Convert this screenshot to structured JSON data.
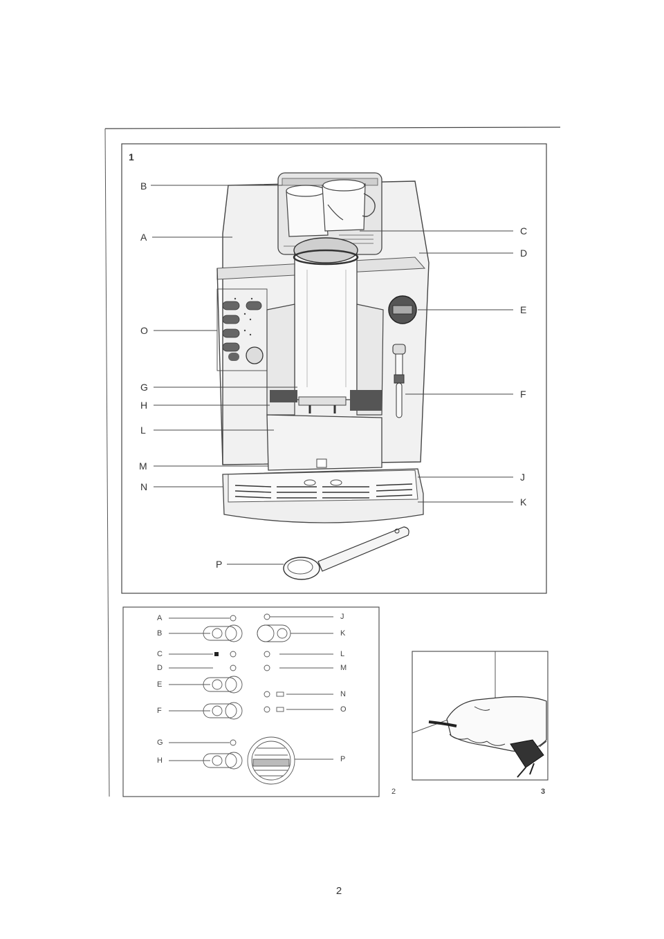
{
  "figure1": {
    "number": "1",
    "labels_left": [
      "B",
      "A",
      "O",
      "G",
      "H",
      "L",
      "M",
      "N"
    ],
    "labels_right": [
      "C",
      "D",
      "E",
      "F",
      "J",
      "K"
    ],
    "label_bottom": "P"
  },
  "figure2": {
    "number": "2",
    "labels_left": [
      "A",
      "B",
      "C",
      "D",
      "E",
      "F",
      "G",
      "H"
    ],
    "labels_right": [
      "J",
      "K",
      "L",
      "M",
      "N",
      "O",
      "P"
    ]
  },
  "figure3": {
    "number": "3"
  },
  "page": {
    "number": "2"
  }
}
